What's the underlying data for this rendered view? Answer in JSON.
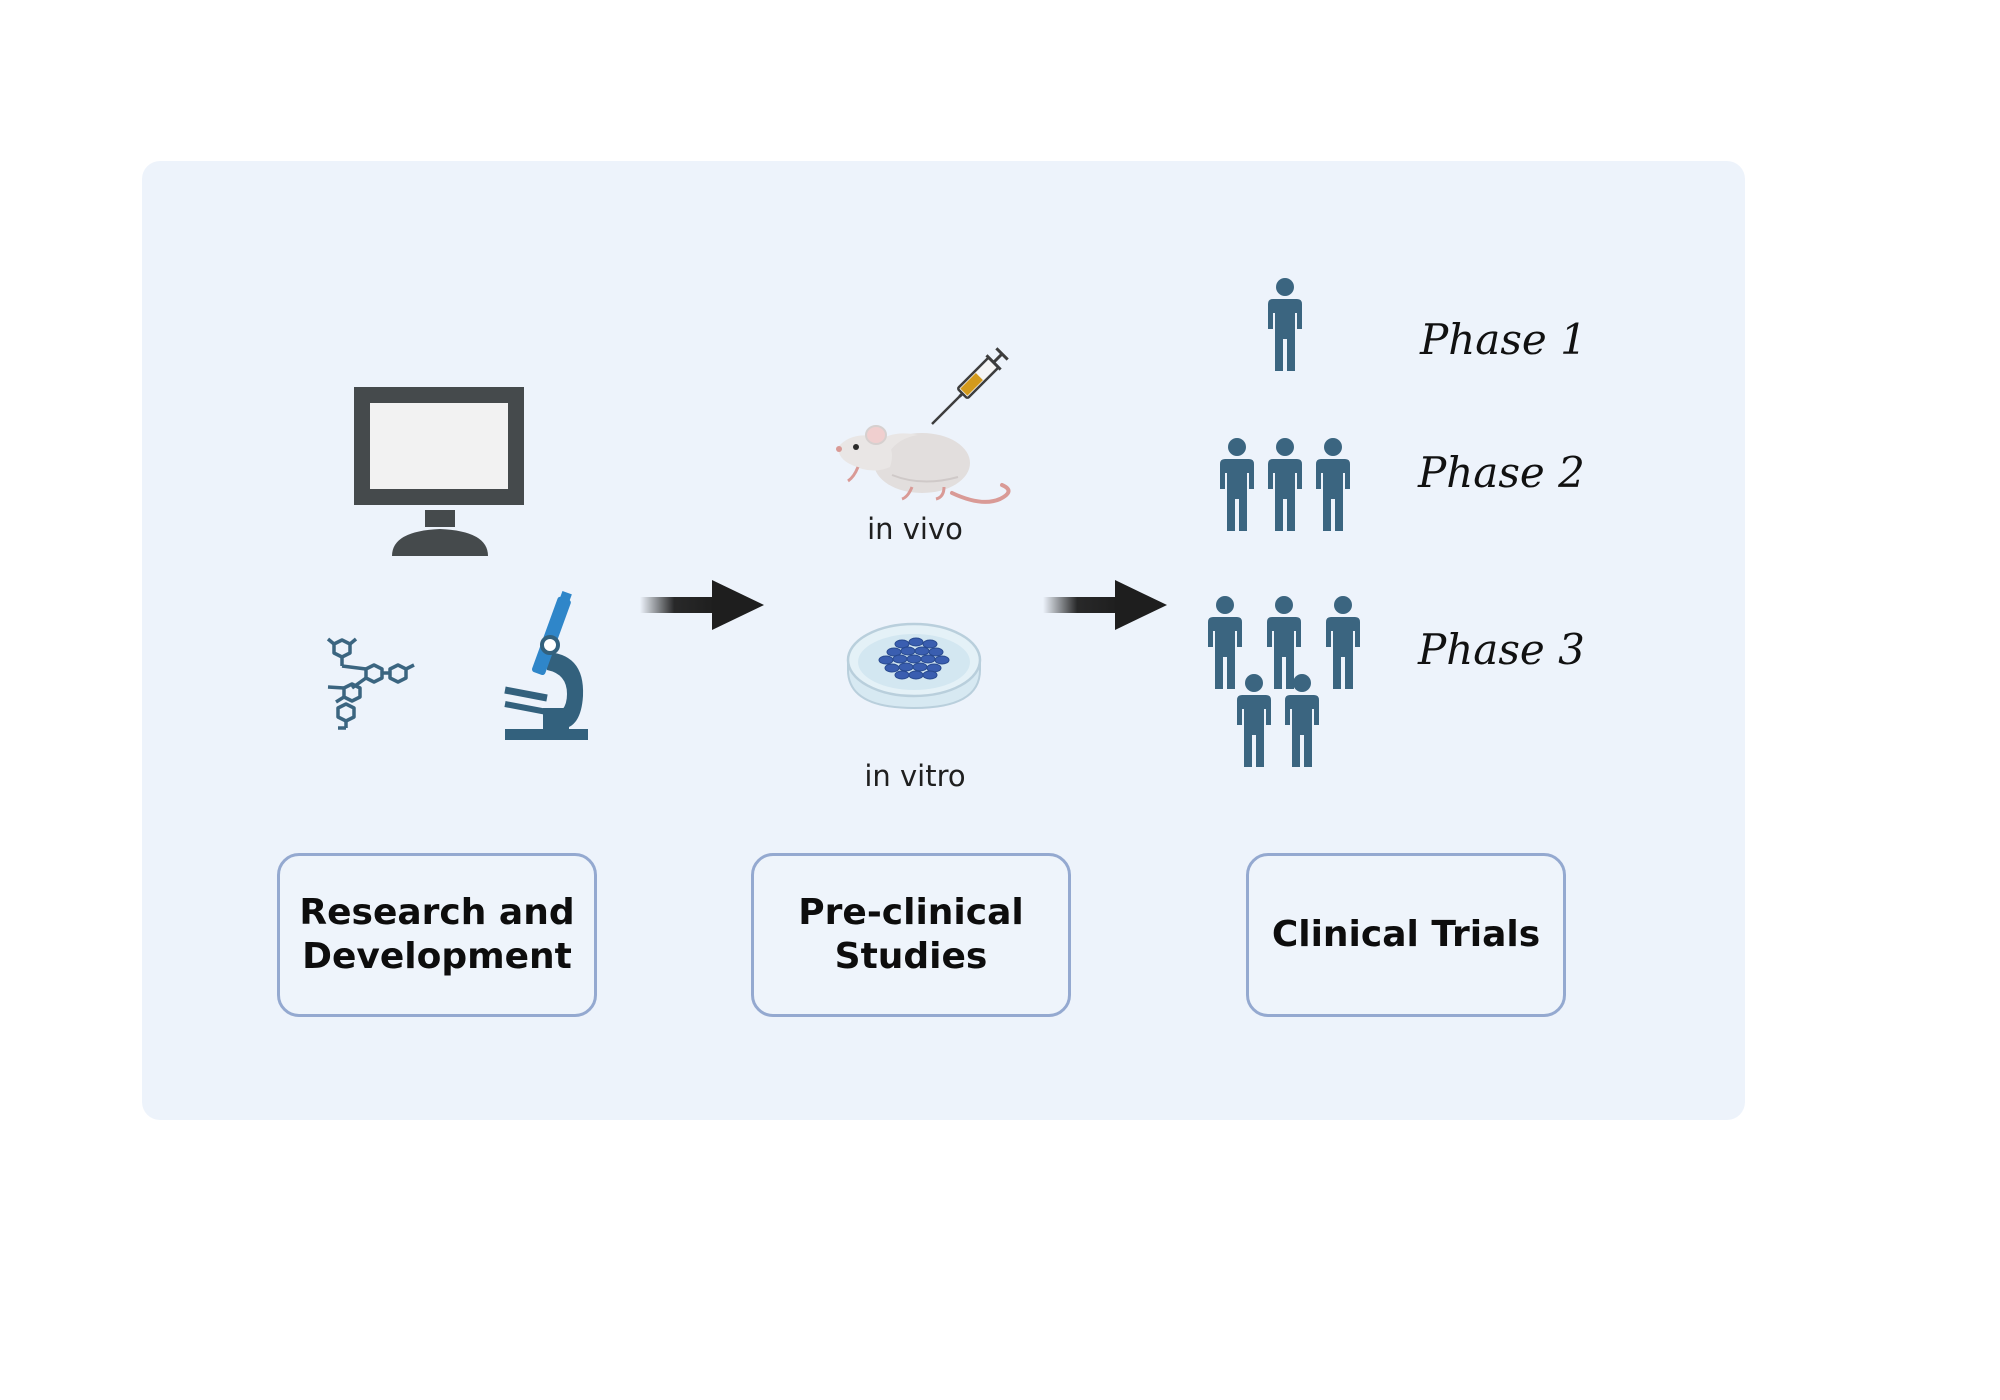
{
  "stages": [
    {
      "label": "Research and Development"
    },
    {
      "label": "Pre-clinical Studies"
    },
    {
      "label": "Clinical Trials"
    }
  ],
  "preclinical": {
    "in_vivo": "in vivo",
    "in_vitro": "in vitro"
  },
  "phases": [
    {
      "label": "Phase 1",
      "people": 1
    },
    {
      "label": "Phase 2",
      "people": 3
    },
    {
      "label": "Phase 3",
      "people": 5
    }
  ],
  "colors": {
    "panel": "#edf3fb",
    "box_border": "#94a9d0",
    "person": "#3b6580",
    "monitor": "#454a4c",
    "arrow": "#1e1e1e",
    "microscope_blue": "#2f86c9",
    "microscope_dark": "#33617d",
    "syringe_fill": "#d39a1c"
  },
  "icons": [
    "monitor-icon",
    "molecule-icon",
    "microscope-icon",
    "mouse-icon",
    "syringe-icon",
    "petri-dish-icon",
    "arrow-icon",
    "person-icon"
  ]
}
